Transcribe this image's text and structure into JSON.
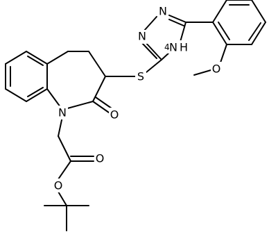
{
  "atom_labels": {
    "N_triazole_1": "N",
    "N_triazole_2": "N",
    "NH_triazole_N": "N",
    "NH_triazole_H": "H",
    "NH_triazole_num": "4",
    "S_thioether": "S",
    "N_azepine": "N",
    "O_ketone": "O",
    "O_methoxy": "O",
    "O_ester_carbonyl": "O",
    "O_ester": "O"
  },
  "colors": {
    "bond": "#000000",
    "text": "#000000",
    "background": "#ffffff"
  }
}
